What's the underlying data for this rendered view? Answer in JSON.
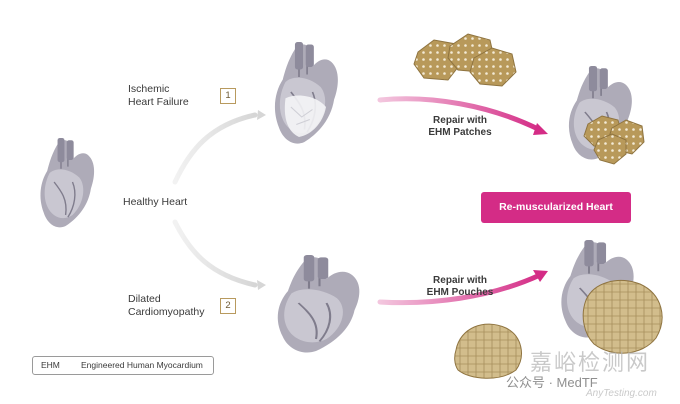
{
  "diagram": {
    "labels": {
      "ischemic": "Ischemic\nHeart Failure",
      "healthy": "Healthy Heart",
      "dilated": "Dilated\nCardiomyopathy",
      "repair_patches": "Repair with\nEHM Patches",
      "repair_pouches": "Repair with\nEHM Pouches",
      "remuscularized": "Re-muscularized Heart"
    },
    "numbers": {
      "one": "1",
      "two": "2"
    },
    "legend": {
      "abbr": "EHM",
      "full": "Engineered Human Myocardium"
    }
  },
  "watermark": {
    "line1": "嘉峪检测网",
    "line2": "公众号 · MedTF",
    "line3": "AnyTesting.com"
  },
  "colors": {
    "accent_pink": "#d42c86",
    "patch_gold": "#b8995a",
    "heart_gray": "#9c99a8",
    "arrow_gray": "#dcdcdc"
  }
}
